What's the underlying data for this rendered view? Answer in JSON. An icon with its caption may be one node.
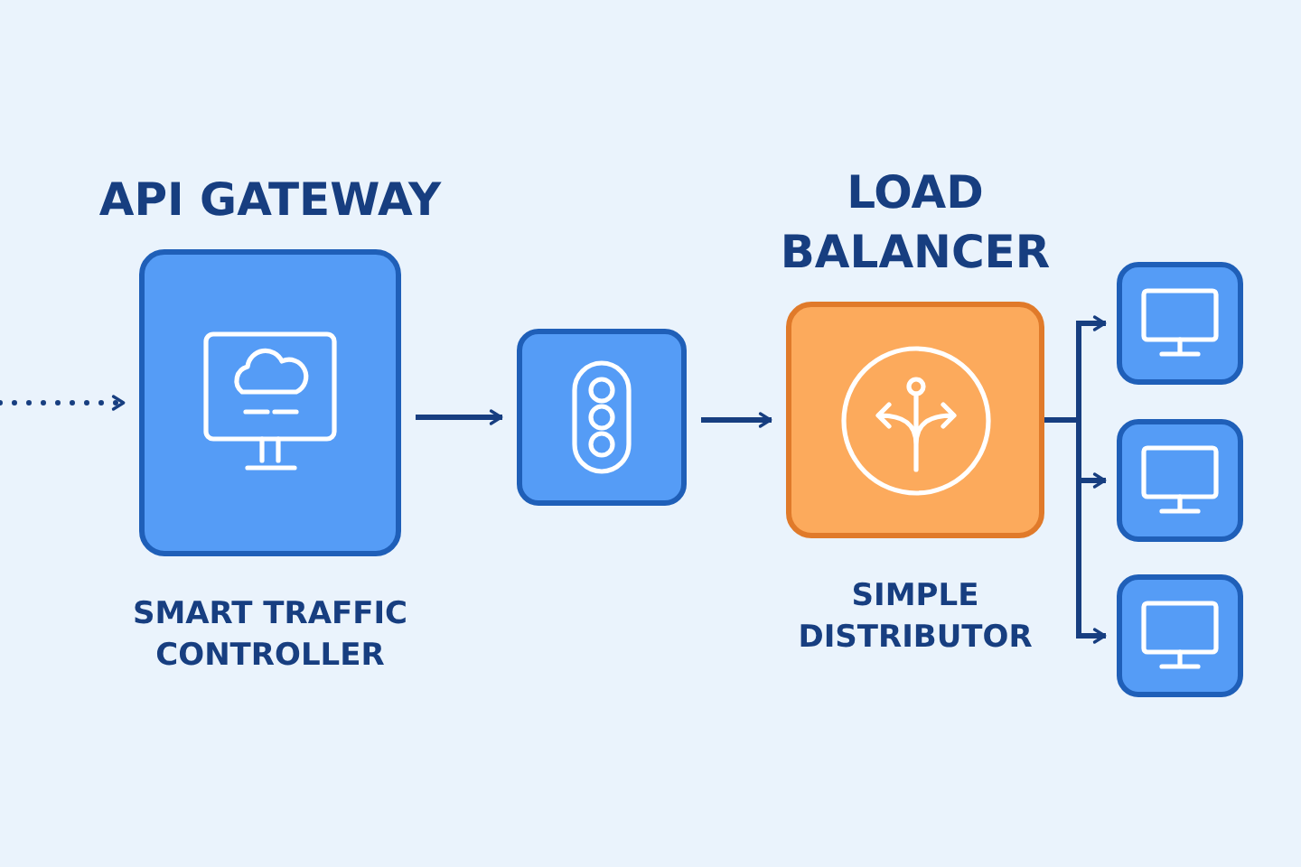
{
  "diagram": {
    "nodes": [
      {
        "text": [
          "API GATEWAY"
        ],
        "beside": [
          "SMART TRAFFIC CONTROLLER"
        ]
      },
      {
        "text": [],
        "shape": "box"
      },
      {
        "text": [
          "LOAD BALANCER"
        ],
        "beside": [
          "SIMPLE DISTRIBUTOR"
        ]
      },
      {
        "text": [],
        "shape": "box"
      },
      {
        "text": [],
        "shape": "box"
      },
      {
        "text": [],
        "shape": "box"
      }
    ],
    "edges": [
      {
        "from": null,
        "to": 0,
        "arrow": "to",
        "style": "dashed"
      },
      {
        "from": 0,
        "to": 1,
        "arrow": "to"
      },
      {
        "from": 1,
        "to": 2,
        "arrow": "to"
      },
      {
        "from": 2,
        "to": 3,
        "arrow": "to"
      },
      {
        "from": 2,
        "to": 4,
        "arrow": "to"
      },
      {
        "from": 2,
        "to": 5,
        "arrow": "to"
      }
    ]
  }
}
